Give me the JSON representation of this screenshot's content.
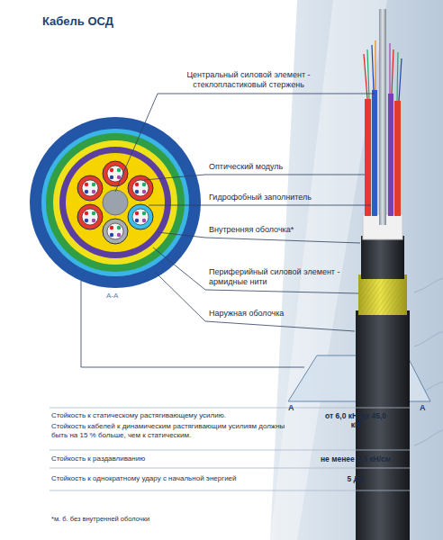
{
  "diagram": {
    "title": "Кабель ОСД",
    "labels": [
      "Центральный силовой элемент - стеклопластиковый стержень",
      "Оптический модуль",
      "Гидрофобный заполнитель",
      "Внутренняя оболочка*",
      "Периферийный силовой элемент - армидные нити",
      "Наружная оболочка",
      "А-А",
      "А",
      "А",
      "Стойкость к статическому растягивающему усилию.",
      "Стойкость кабелей к динамическим растягивающим усилиям должны быть на 15 % больше, чем к статическим.",
      "от 6,0 кН до 45,0 кН",
      "Стойкость к раздавливанию",
      "не менее 0,5 кН/см",
      "Стойкость к однократному удару с начальной энергией",
      "5 Дж",
      "*м. б. без внутренней оболочки"
    ]
  }
}
